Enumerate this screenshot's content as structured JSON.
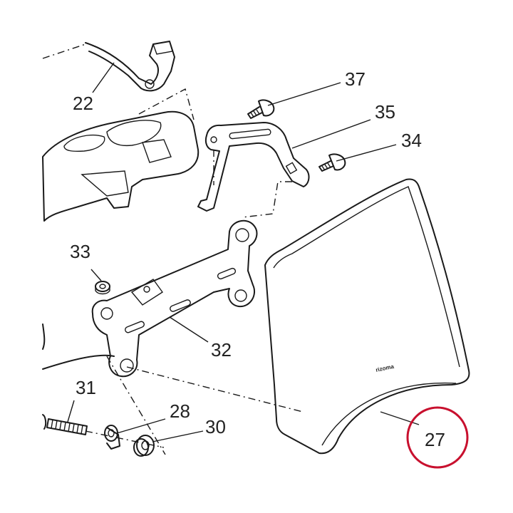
{
  "diagram": {
    "brand_logo": "rizoma",
    "highlight_color": "#c8102e",
    "callouts": [
      {
        "id": "22",
        "text": "22"
      },
      {
        "id": "37",
        "text": "37"
      },
      {
        "id": "35",
        "text": "35"
      },
      {
        "id": "34",
        "text": "34"
      },
      {
        "id": "33",
        "text": "33"
      },
      {
        "id": "32",
        "text": "32"
      },
      {
        "id": "31",
        "text": "31"
      },
      {
        "id": "28",
        "text": "28"
      },
      {
        "id": "30",
        "text": "30"
      },
      {
        "id": "27",
        "text": "27",
        "highlighted": true
      }
    ]
  }
}
